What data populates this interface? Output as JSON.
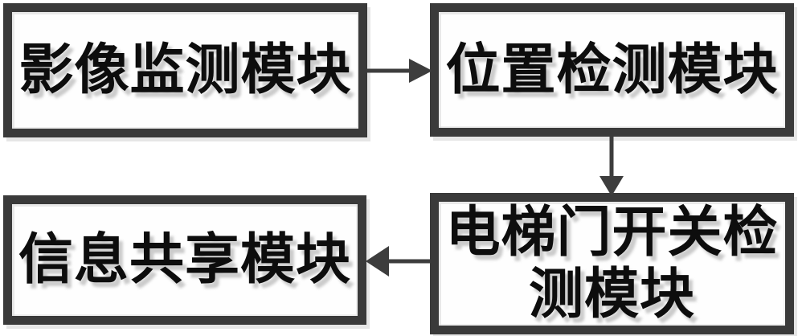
{
  "diagram": {
    "colors": {
      "background": "#ffffff",
      "box_border": "#3a3a3a",
      "text": "#0d0d0d",
      "arrow": "#3d3d3d",
      "shadow": "#c8c8c8"
    },
    "nodes": [
      {
        "id": "image-monitoring-module",
        "label": "影像监测模块"
      },
      {
        "id": "position-detection-module",
        "label": "位置检测模块"
      },
      {
        "id": "elevator-door-switch-detection-module",
        "label": "电梯门开关检测模块"
      },
      {
        "id": "information-sharing-module",
        "label": "信息共享模块"
      }
    ],
    "edges": [
      {
        "from": "image-monitoring-module",
        "to": "position-detection-module",
        "direction": "right"
      },
      {
        "from": "position-detection-module",
        "to": "elevator-door-switch-detection-module",
        "direction": "down"
      },
      {
        "from": "elevator-door-switch-detection-module",
        "to": "information-sharing-module",
        "direction": "left"
      }
    ]
  }
}
